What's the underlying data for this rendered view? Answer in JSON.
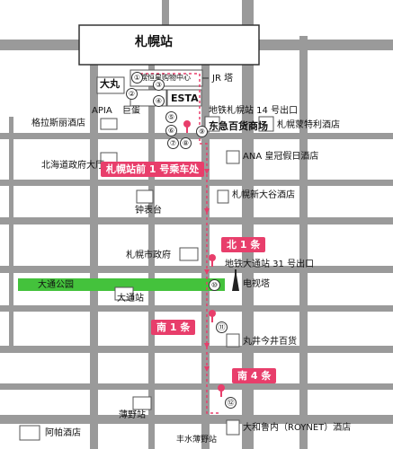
{
  "title": "札幌站",
  "landmarks": {
    "daimaru": "大丸",
    "stellar": "札幌恒星购物中心",
    "jr_tower": "JR 塔",
    "esta": "ESTA",
    "apia": "APIA",
    "kyodan": "巨蛋",
    "granvista": "格拉斯丽酒店",
    "subway_14": "地铁札幌站 14 号出口",
    "tokyu": "东急百货商场",
    "monterey": "札幌蒙特利酒店",
    "ana": "ANA 皇冠假日酒店",
    "hokkaido_gov": "北海道政府大厅",
    "bus_stop": "札幌站前 1 号乘车处",
    "new_otani": "札幌新大谷酒店",
    "clock_tower": "钟表台",
    "city_hall": "札幌市政府",
    "north1": "北 1 条",
    "subway_31": "地铁大通站 31 号出口",
    "odori_park": "大通公园",
    "tv_tower": "电视塔",
    "odori_station": "大通站",
    "south1": "南 1 条",
    "marui": "丸井今井百货",
    "south4": "南 4 条",
    "susukino": "薄野站",
    "apa": "阿帕酒店",
    "daiwa": "大和鲁内（ROYNET）酒店",
    "hosui": "丰水薄野站"
  },
  "stops": [
    "①",
    "②",
    "③",
    "④",
    "⑤",
    "⑥",
    "⑦",
    "⑧",
    "⑨",
    "⑩",
    "⑪",
    "⑫"
  ],
  "colors": {
    "road": "#9a9a9a",
    "pink": "#e83e6b",
    "park": "#44c23c",
    "block": "#ffffff"
  }
}
